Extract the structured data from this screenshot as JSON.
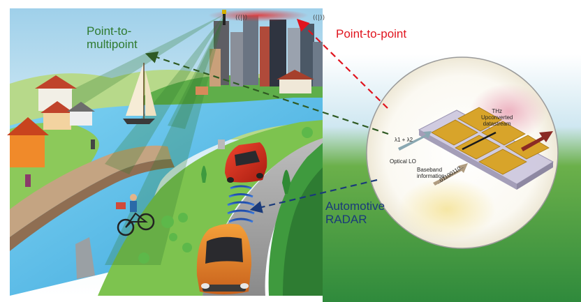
{
  "labels": {
    "point_to_multipoint": [
      "Point-to-",
      "multipoint"
    ],
    "point_to_point": "Point-to-point",
    "automotive_radar": [
      "Automotive",
      "RADAR"
    ]
  },
  "chip": {
    "wavelengths": "λ1 + λ2",
    "optical_lo": "Optical LO",
    "thz_output": [
      "THz",
      "Upconverted",
      "datastream"
    ],
    "baseband": [
      "Baseband",
      "information"
    ],
    "bitstream": "..01100110.."
  },
  "colors": {
    "point_to_multipoint": "#2f7a2f",
    "point_to_point": "#e0141e",
    "automotive_radar": "#1a3a7a",
    "gold_pad": "#d8a42a",
    "thz_arrow": "#8a2a24"
  }
}
